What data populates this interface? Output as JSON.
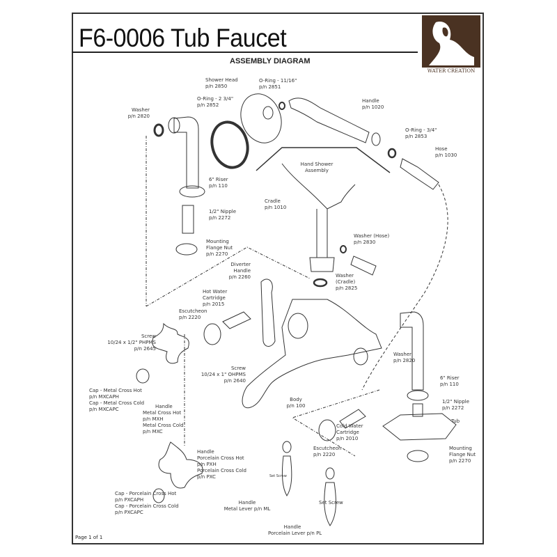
{
  "header": {
    "title": "F6-0006 Tub Faucet",
    "subtitle": "ASSEMBLY DIAGRAM",
    "brand": "WATER CREATION",
    "brand_color": "#4a3222"
  },
  "labels": {
    "washer_top": [
      "Washer",
      "p/n 2820"
    ],
    "shower_head": [
      "Shower Head",
      "p/n 2850"
    ],
    "oring_234": [
      "O-Ring - 2 3/4\"",
      "p/n 2852"
    ],
    "oring_1116": [
      "O-Ring - 11/16\"",
      "p/n 2851"
    ],
    "handle_1020": [
      "Handle",
      "p/n 1020"
    ],
    "oring_34": [
      "O-Ring - 3/4\"",
      "p/n 2853"
    ],
    "hose": [
      "Hose",
      "p/n 1030"
    ],
    "hand_shower": [
      "Hand Shower",
      "Assembly"
    ],
    "riser_left": [
      "6\" Riser",
      "p/n 110"
    ],
    "cradle": [
      "Cradle",
      "p/n 1010"
    ],
    "nipple_left": [
      "1/2\" Nipple",
      "p/n 2272"
    ],
    "washer_hose": [
      "Washer (Hose)",
      "p/n 2830"
    ],
    "flange_left": [
      "Mounting",
      "Flange Nut",
      "p/n 2270"
    ],
    "diverter": [
      "Diverter",
      "Handle",
      "p/n 2260"
    ],
    "washer_cradle": [
      "Washer",
      "(Cradle)",
      "p/n 2825"
    ],
    "hot_cartridge": [
      "Hot Water",
      "Cartridge",
      "p/n 2015"
    ],
    "escutcheon_left": [
      "Escutcheon",
      "p/n 2220"
    ],
    "screw_2645": [
      "Screw",
      "10/24 x 1/2\" PHPMS",
      "p/n 2645"
    ],
    "washer_right": [
      "Washer",
      "p/n 2820"
    ],
    "screw_2640": [
      "Screw",
      "10/24 x 1\" OHPMS",
      "p/n 2640"
    ],
    "riser_right": [
      "6\" Riser",
      "p/n 110"
    ],
    "cap_metal": [
      "Cap - Metal Cross Hot",
      "p/n MXCAPH",
      "Cap - Metal Cross Cold",
      "p/n MXCAPC"
    ],
    "body": [
      "Body",
      "p/n 100"
    ],
    "handle_metal_cross": [
      "Handle",
      "Metal Cross Hot",
      "p/n MXH",
      "Metal Cross Cold",
      "p/n MXC"
    ],
    "nipple_right": [
      "1/2\" Nipple",
      "p/n 2272"
    ],
    "tub": [
      "Tub"
    ],
    "cold_cartridge": [
      "Cold Water",
      "Cartridge",
      "p/n 2010"
    ],
    "escutcheon_right": [
      "Escutcheon",
      "p/n 2220"
    ],
    "flange_right": [
      "Mounting",
      "Flange Nut",
      "p/n 2270"
    ],
    "handle_porcelain_cross": [
      "Handle",
      "Porcelain Cross Hot",
      "p/n PXH",
      "Porcelain Cross Cold",
      "p/n PXC"
    ],
    "set_screw_1": [
      "Set Screw"
    ],
    "set_screw_2": [
      "Set Screw"
    ],
    "cap_porcelain": [
      "Cap - Porcelain Cross Hot",
      "p/n PXCAPH",
      "Cap - Porcelain Cross Cold",
      "p/n PXCAPC"
    ],
    "handle_ml": [
      "Handle",
      "Metal Lever p/n ML"
    ],
    "handle_pl": [
      "Handle",
      "Porcelain Lever p/n PL"
    ]
  },
  "footer": {
    "page": "Page 1 of 1"
  }
}
